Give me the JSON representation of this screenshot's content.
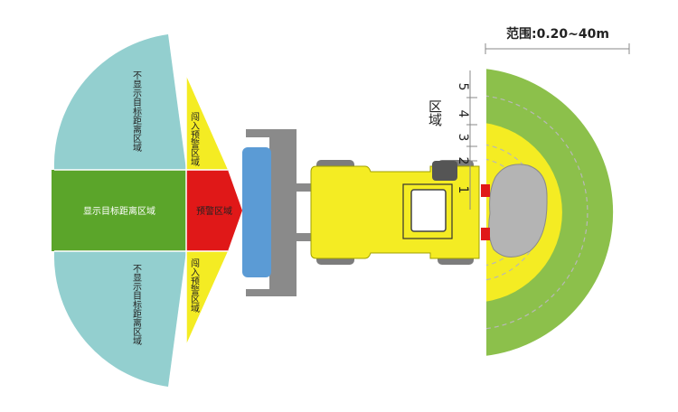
{
  "range_label": "范围:0.20~40m",
  "zone_axis_label": "区域",
  "zone_numbers": [
    "1",
    "2",
    "3",
    "4",
    "5"
  ],
  "left_zones": {
    "top_label": "不显示目标距离区域",
    "middle_label": "显示目标距离区域",
    "bottom_label": "不显示目标距离区域",
    "upper_intrusion_label": "闯入预警区域",
    "lower_intrusion_label": "闯入预警区域",
    "warning_label": "预警区域"
  },
  "colors": {
    "teal": "#93cfcf",
    "green": "#5ba52a",
    "yellow": "#f4ec23",
    "red": "#e01818",
    "lime": "#8cc04b",
    "gray": "#b4b4b4",
    "dark_gray": "#7c7c7c",
    "blue": "#5b9bd5"
  }
}
